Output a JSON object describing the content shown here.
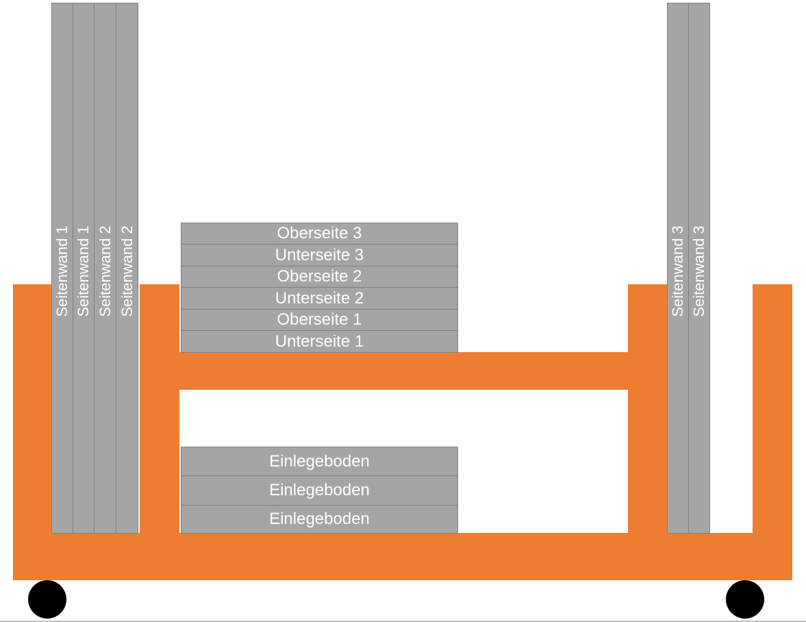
{
  "colors": {
    "frame": "#ED7D31",
    "panel": "#A5A5A5",
    "panel_border": "#7F7F7F",
    "panel_text": "#FFFFFF",
    "wheel": "#000000"
  },
  "left_rack": {
    "labels": [
      "Seitenwand 1",
      "Seitenwand 1",
      "Seitenwand 2",
      "Seitenwand 2"
    ]
  },
  "right_rack": {
    "labels": [
      "Seitenwand 3",
      "Seitenwand 3"
    ]
  },
  "top_stack": {
    "labels": [
      "Oberseite 3",
      "Unterseite 3",
      "Oberseite 2",
      "Unterseite 2",
      "Oberseite 1",
      "Unterseite 1"
    ]
  },
  "bottom_stack": {
    "labels": [
      "Einlegeboden",
      "Einlegeboden",
      "Einlegeboden"
    ]
  }
}
